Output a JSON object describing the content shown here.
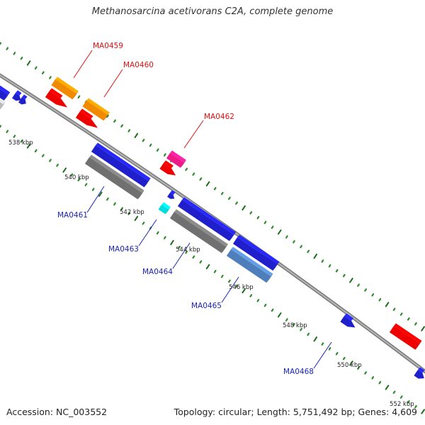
{
  "title": "Methanosarcina acetivorans C2A, complete genome",
  "footer": {
    "accession": "Accession: NC_003552",
    "summary": "Topology: circular; Length: 5,751,492 bp; Genes: 4,609"
  },
  "colors": {
    "backbone": "#999999",
    "backbone_edge": "#777777",
    "tick_major": "#1a6e1a",
    "tick_minor": "#2e8b2e",
    "label_forward": "#dd1111",
    "label_reverse": "#1a24b8"
  },
  "scale_labels": [
    "538 kbp",
    "540 kbp",
    "542 kbp",
    "544 kbp",
    "546 kbp",
    "548 kbp",
    "550 kbp",
    "552 kbp"
  ],
  "gene_labels": [
    "MA0459",
    "MA0460",
    "MA0462",
    "MA0461",
    "MA0463",
    "MA0464",
    "MA0465",
    "MA0468"
  ]
}
